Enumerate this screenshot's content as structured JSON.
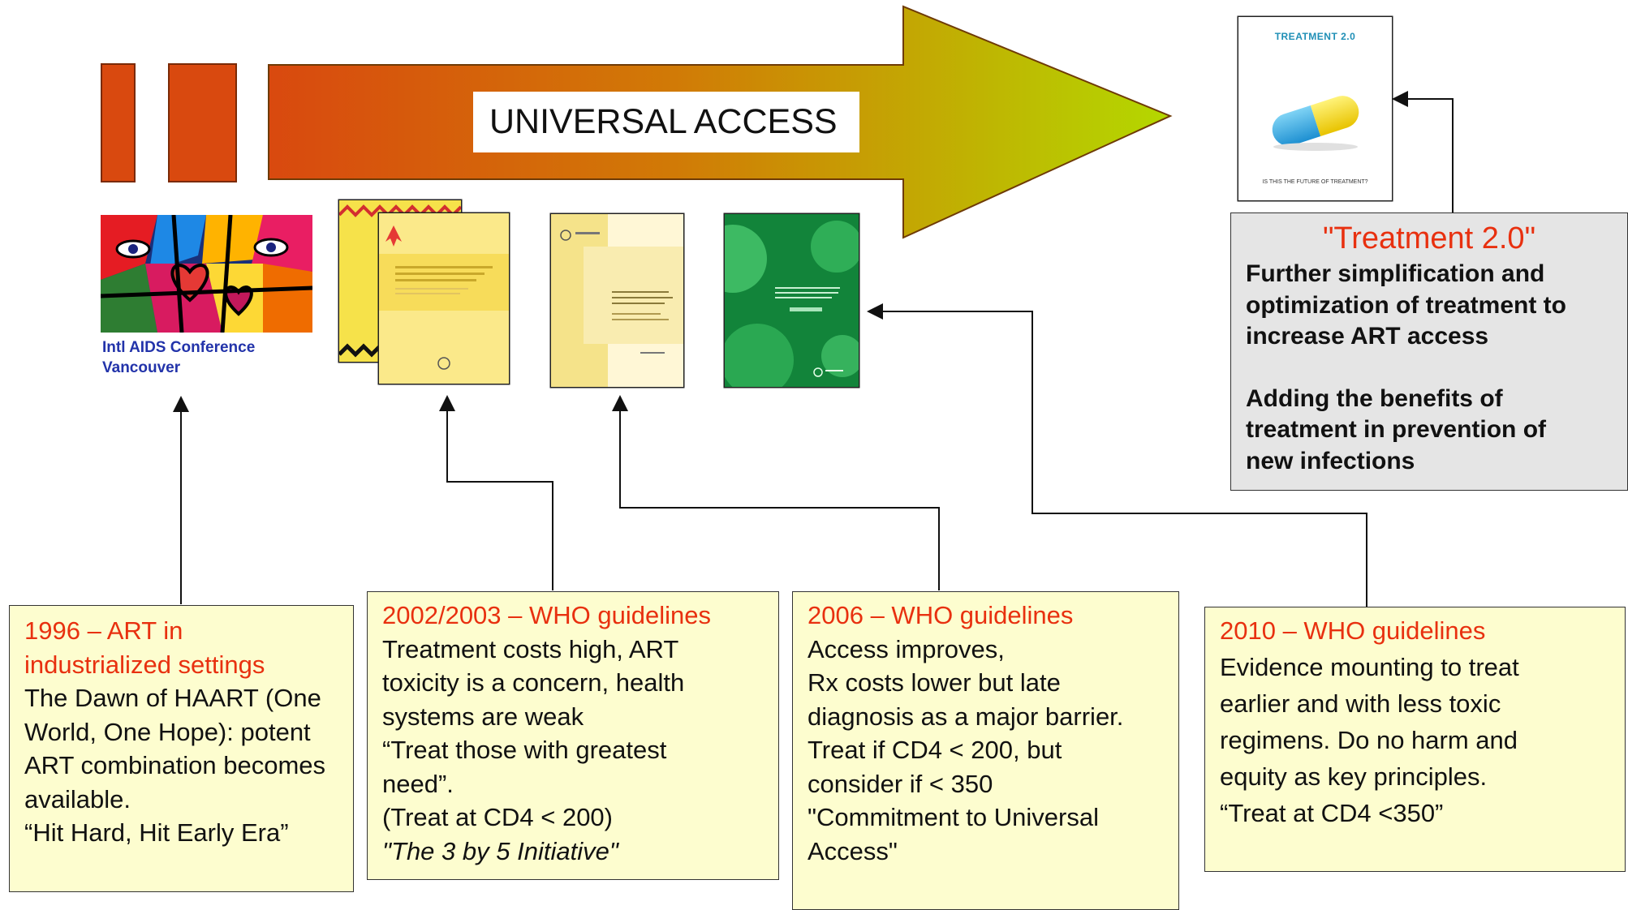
{
  "banner": {
    "label": "UNIVERSAL ACCESS"
  },
  "conference": {
    "label_line1": "Intl AIDS Conference",
    "label_line2": "Vancouver"
  },
  "treatment20_cover": {
    "title": "TREATMENT 2.0",
    "footer": "IS THIS THE FUTURE OF TREATMENT?"
  },
  "treatment20_box": {
    "title": "\"Treatment 2.0\"",
    "lines_a": [
      "Further simplification and",
      "optimization of treatment to",
      "increase ART access"
    ],
    "lines_b": [
      "Adding  the benefits of",
      "treatment in prevention of",
      "new infections"
    ]
  },
  "notes": [
    {
      "head_lines": [
        "1996  –  ART in",
        "industrialized settings"
      ],
      "body_lines": [
        "The Dawn of HAART (One",
        "World, One Hope): potent",
        "ART combination becomes",
        "available.",
        "“Hit Hard, Hit Early Era”"
      ]
    },
    {
      "head_lines": [
        "2002/2003 – WHO guidelines"
      ],
      "body_lines": [
        "Treatment costs high, ART",
        "toxicity is a concern, health",
        "systems are weak",
        "“Treat those with greatest",
        "need”.",
        "(Treat at CD4 < 200)"
      ],
      "italic_line": "\"The 3 by 5 Initiative\""
    },
    {
      "head_lines": [
        "2006 – WHO guidelines"
      ],
      "body_lines": [
        "Access improves,",
        "Rx costs lower but late",
        "diagnosis as a major barrier.",
        "Treat if CD4 < 200, but",
        "consider if < 350",
        "\"Commitment to Universal",
        "Access\""
      ]
    },
    {
      "head_lines": [
        "2010 – WHO guidelines"
      ],
      "body_lines": [
        "Evidence mounting to treat",
        "earlier and with less toxic",
        "regimens. Do no harm and",
        "equity as key principles.",
        "“Treat at CD4 <350”"
      ]
    }
  ],
  "colors": {
    "arrow_start": "#d9490f",
    "arrow_end": "#b4d800",
    "note_bg": "#fdfdcf",
    "heading_red": "#e8300f",
    "gray_box": "#e5e5e5"
  }
}
